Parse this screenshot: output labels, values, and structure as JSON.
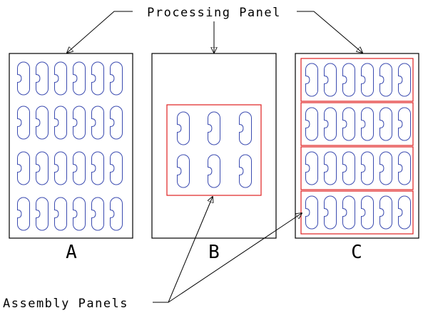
{
  "labels": {
    "processing_panel": "Processing Panel",
    "assembly_panels": "Assembly Panels"
  },
  "panels": [
    {
      "id": "A",
      "caption": "A"
    },
    {
      "id": "B",
      "caption": "B"
    },
    {
      "id": "C",
      "caption": "C"
    }
  ],
  "colors": {
    "outline": "#000000",
    "part": "#3b4bb0",
    "assembly_frame": "#e02020",
    "text": "#000000"
  }
}
